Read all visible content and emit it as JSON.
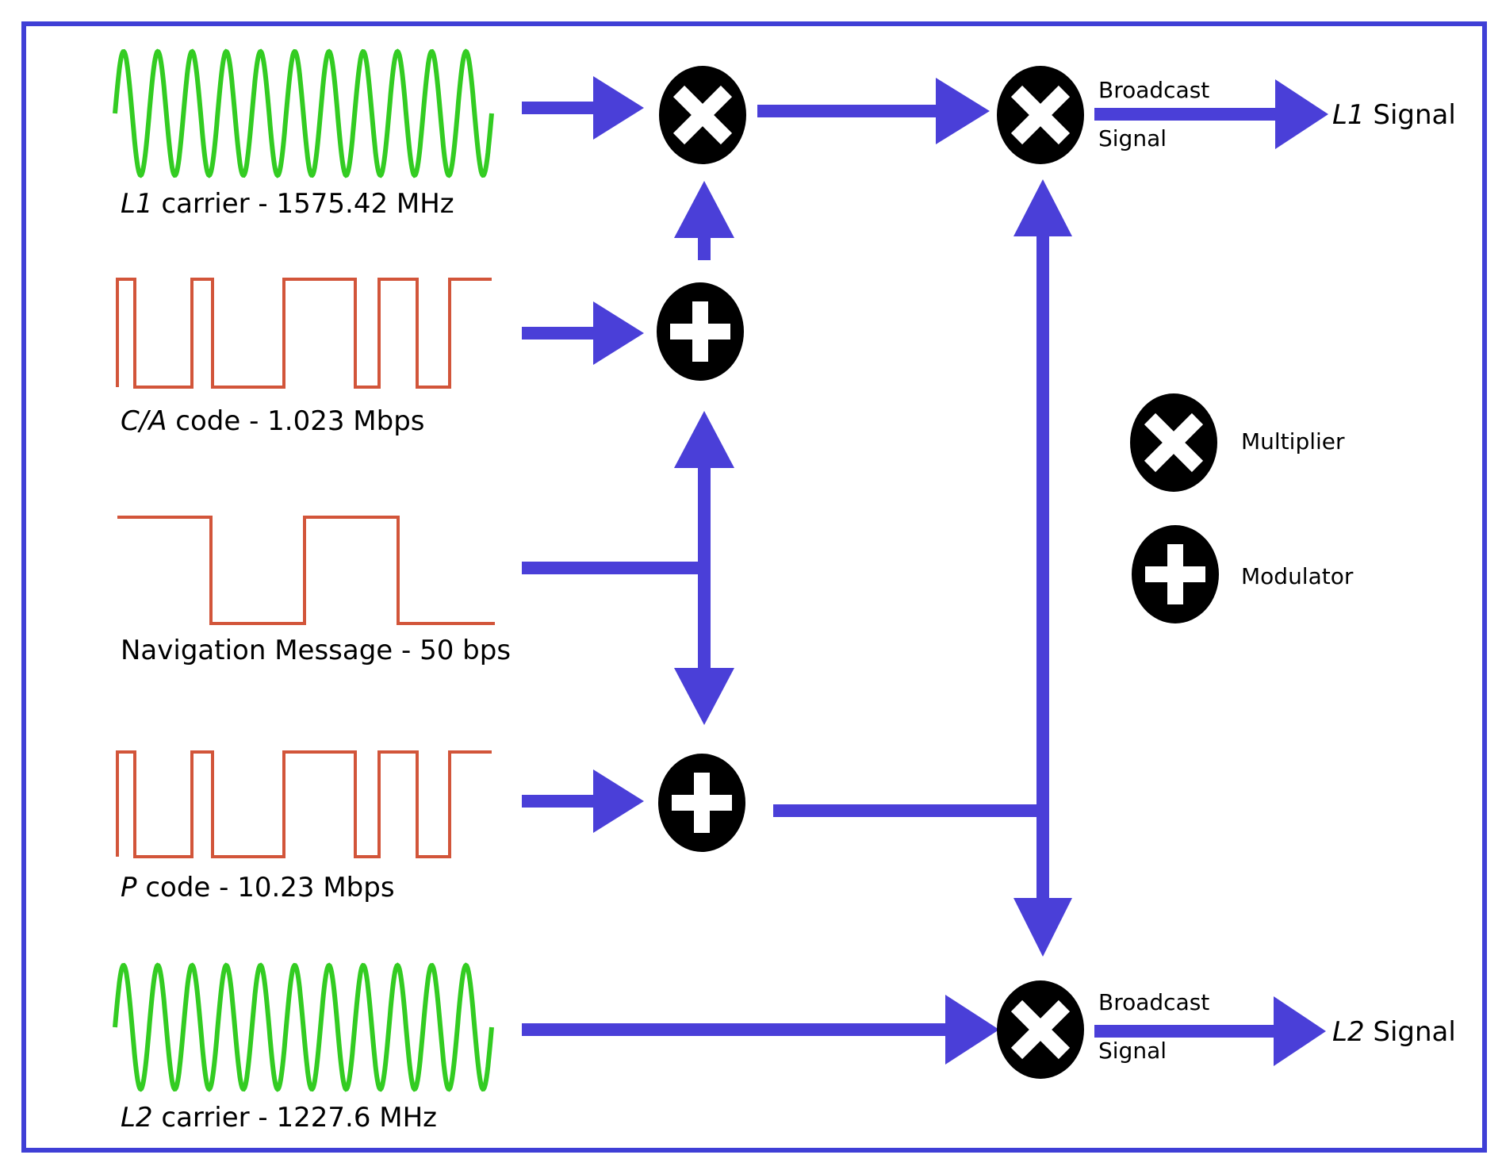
{
  "colors": {
    "frame": "#3f3fd6",
    "arrow": "#4a3fd8",
    "carrier_wave": "#33cc22",
    "code_wave": "#d2553a",
    "operator_fill": "#000000",
    "operator_symbol": "#ffffff"
  },
  "inputs": {
    "l1_carrier": {
      "name": "L1",
      "rest": " carrier - 1575.42 MHz"
    },
    "ca_code": {
      "name": "C/A",
      "rest": " code - 1.023 Mbps"
    },
    "nav_message": {
      "label": "Navigation Message - 50 bps"
    },
    "p_code": {
      "name": "P",
      "rest": " code - 10.23 Mbps"
    },
    "l2_carrier": {
      "name": "L2",
      "rest": " carrier - 1227.6 MHz"
    }
  },
  "outputs": {
    "l1": {
      "line1": "Broadcast",
      "line2": "Signal",
      "name": "L1",
      "rest": " Signal"
    },
    "l2": {
      "line1": "Broadcast",
      "line2": "Signal",
      "name": "L2",
      "rest": " Signal"
    }
  },
  "legend": {
    "multiplier": {
      "icon": "multiplier-icon",
      "label": "Multiplier"
    },
    "modulator": {
      "icon": "modulator-icon",
      "label": "Modulator"
    }
  }
}
